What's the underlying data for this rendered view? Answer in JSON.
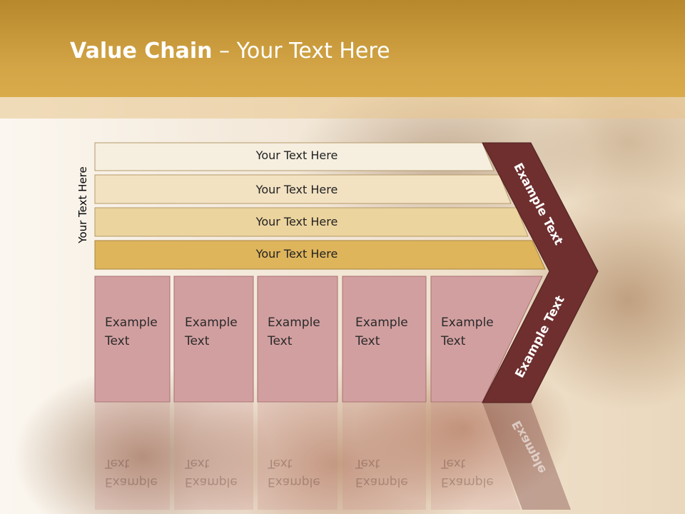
{
  "slide": {
    "title_bold": "Value Chain",
    "title_rest": " – Your Text Here",
    "side_label": "Your Text Here"
  },
  "rows": [
    {
      "label": "Your Text Here",
      "fill": "#f6efe0"
    },
    {
      "label": "Your Text Here",
      "fill": "#f2e2c2"
    },
    {
      "label": "Your Text Here",
      "fill": "#ecd49e"
    },
    {
      "label": "Your Text Here",
      "fill": "#dfb55c"
    }
  ],
  "boxes": [
    {
      "label": "Example\nText"
    },
    {
      "label": "Example\nText"
    },
    {
      "label": "Example\nText"
    },
    {
      "label": "Example\nText"
    },
    {
      "label": "Example\nText"
    }
  ],
  "arrow": {
    "upper_label": "Example Text",
    "lower_label": "Example Text",
    "reflection_label": "Example"
  },
  "colors": {
    "header": "#d3a546",
    "box_fill": "#d29fa0",
    "arrow_fill": "#6e2f2e"
  }
}
